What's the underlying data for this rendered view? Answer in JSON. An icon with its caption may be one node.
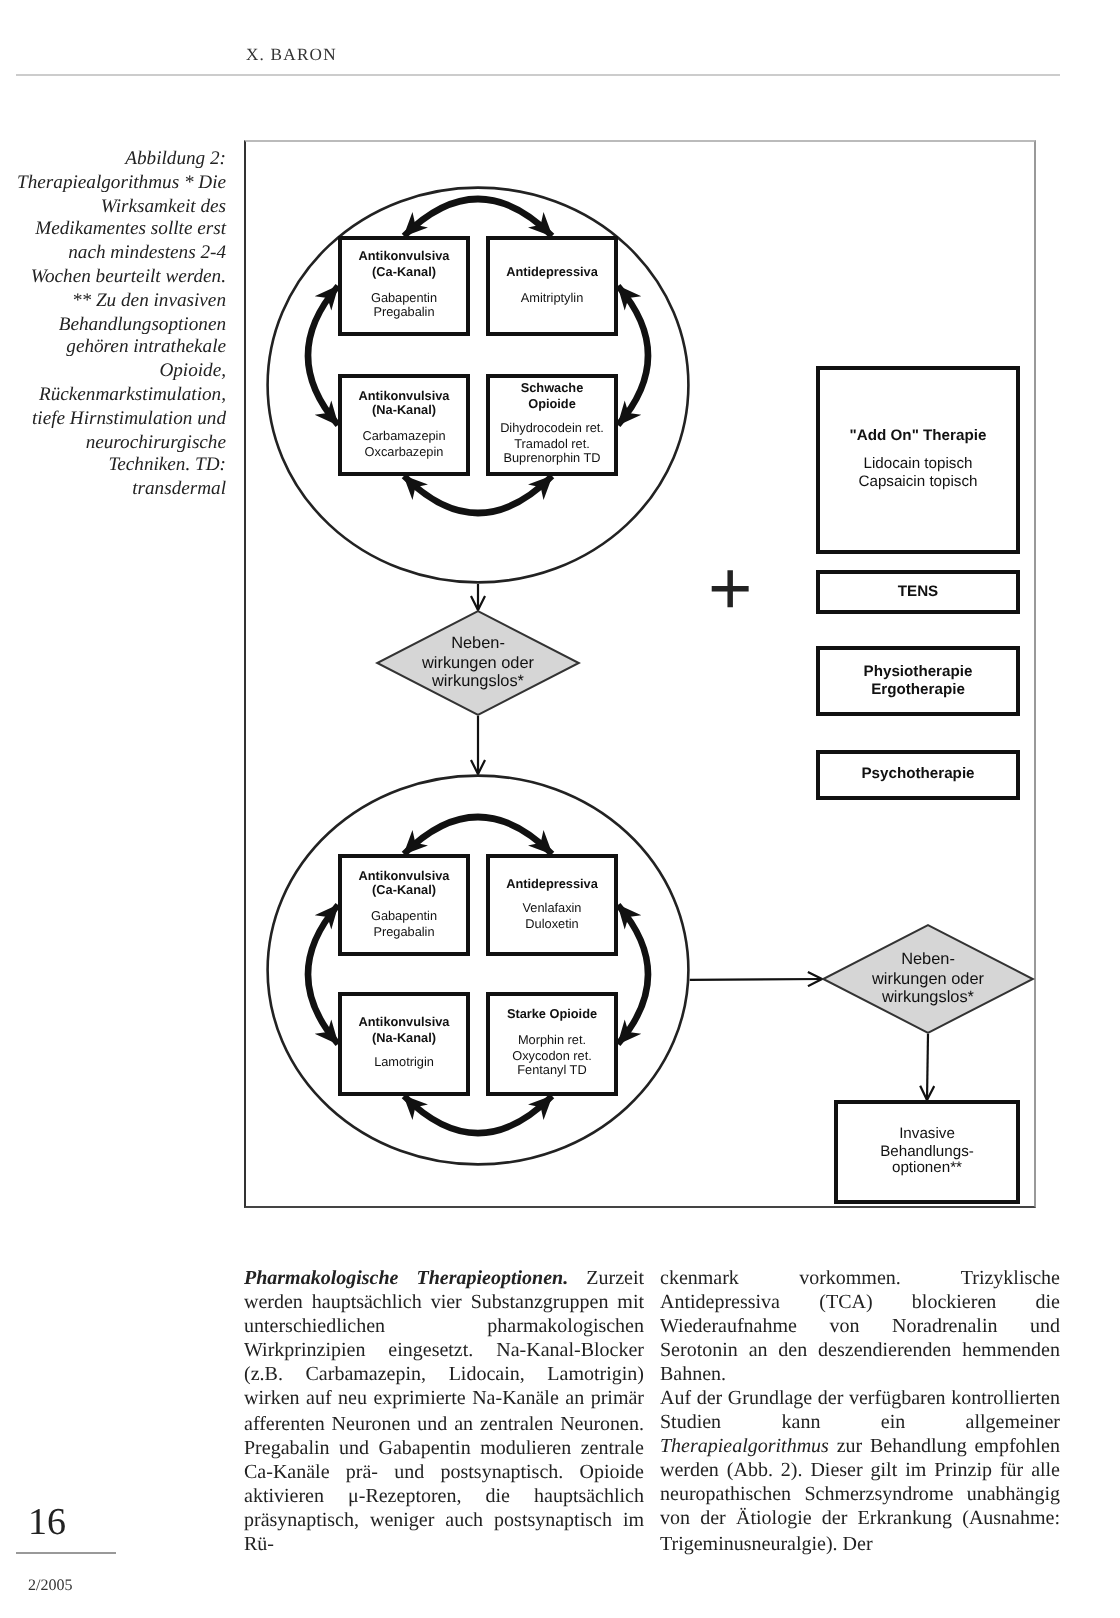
{
  "diagram": {
    "caption": "Abbildung 2: Therapiealgorithmus * Die Wirksamkeit des Medikamentes sollte erst nach mindestens 2-4 Wochen beurteilt werden. ** Zu den invasiven Behandlungsoptionen gehören intrathekale Opioide, Rückenmarkstimulation, tiefe Hirnstimulation und neurochirurgische Techniken. TD: transdermal",
    "nodes": [
      {
        "text": [],
        "shape": "circle"
      },
      {
        "text": [
          "Antikonvulsiva (Ca-Kanal)",
          "Gabapentin Pregabalin"
        ],
        "in": 0
      },
      {
        "text": [
          "Antidepressiva",
          "Amitriptylin"
        ],
        "in": 0
      },
      {
        "text": [
          "Antikonvulsiva (Na-Kanal)",
          "Carbamazepin Oxcarbazepin"
        ],
        "in": 0
      },
      {
        "text": [
          "Schwache Opioide",
          "Dihydrocodein ret. Tramadol ret. Buprenorphin TD"
        ],
        "in": 0
      },
      {
        "text": [
          "\"Add On\" Therapie",
          "Lidocain topisch Capsaicin topisch"
        ]
      },
      {
        "text": [
          "TENS"
        ]
      },
      {
        "text": [
          "Neben- wirkungen oder wirkungslos*"
        ]
      },
      {
        "text": [
          "Physiotherapie Ergotherapie"
        ]
      },
      {
        "text": [
          "Psychotherapie"
        ]
      },
      {
        "text": [],
        "shape": "circle"
      },
      {
        "text": [
          "Antikonvulsiva (Ca-Kanal)",
          "Gabapentin Pregabalin"
        ],
        "in": 10
      },
      {
        "text": [
          "Antidepressiva",
          "Venlafaxin Duloxetin"
        ],
        "in": 10
      },
      {
        "text": [
          "Antikonvulsiva (Na-Kanal)",
          "Lamotrigin"
        ],
        "in": 10
      },
      {
        "text": [
          "Starke Opioide",
          "Morphin ret. Oxycodon ret. Fentanyl TD"
        ],
        "in": 10
      },
      {
        "text": [
          "Neben- wirkungen oder wirkungslos*"
        ]
      },
      {
        "text": [
          "Invasive Behandlungs- optionen**"
        ]
      }
    ],
    "edges": [
      {
        "from": 1,
        "to": 2,
        "arrow": "both"
      },
      {
        "from": 1,
        "to": 3,
        "arrow": "both"
      },
      {
        "from": 2,
        "to": 4,
        "arrow": "both"
      },
      {
        "from": 3,
        "to": 4,
        "arrow": "both"
      },
      {
        "from": 0,
        "to": 7,
        "arrow": "to"
      },
      {
        "from": 7,
        "to": 10,
        "arrow": "to"
      },
      {
        "from": 11,
        "to": 12,
        "arrow": "both"
      },
      {
        "from": 11,
        "to": 13,
        "arrow": "both"
      },
      {
        "from": 12,
        "to": 14,
        "arrow": "both"
      },
      {
        "from": 13,
        "to": 14,
        "arrow": "both"
      },
      {
        "from": 10,
        "to": 15,
        "arrow": "to"
      },
      {
        "from": 15,
        "to": 16,
        "arrow": "to"
      }
    ],
    "labels": [
      "X. BARON",
      "+",
      "**Pharmakologische Therapieoptionen.** Zurzeit werden hauptsächlich vier Substanzgruppen mit unterschiedlichen pharmakologischen Wirkprinzipien eingesetzt. Na-Kanal-Blocker (z.B. Carbamazepin, Lidocain, Lamotrigin) wirken auf neu exprimierte Na-Kanäle an primär afferenten Neuronen und an zentralen Neuronen. Pregabalin und Gabapentin modulieren zentrale Ca-Kanäle prä- und postsynaptisch. Opioide aktivieren μ-Rezeptoren, die hauptsächlich präsynaptisch, weniger auch postsynaptisch im Rü-",
      "ckenmark vorkommen. Trizyklische Antidepressiva (TCA) blockieren die Wiederaufnahme von Noradrenalin und Serotonin an den deszendierenden hemmenden Bahnen.",
      "Auf der Grundlage der verfügbaren kontrollierten Studien kann ein allgemeiner *Therapiealgorithmus* zur Behandlung empfohlen werden (Abb. 2). Dieser gilt im Prinzip für alle neuropathischen Schmerzsyndrome unabhängig von der Ätiologie der Erkrankung (Ausnahme: Trigeminusneuralgie). Der",
      "16",
      "2/2005"
    ]
  }
}
